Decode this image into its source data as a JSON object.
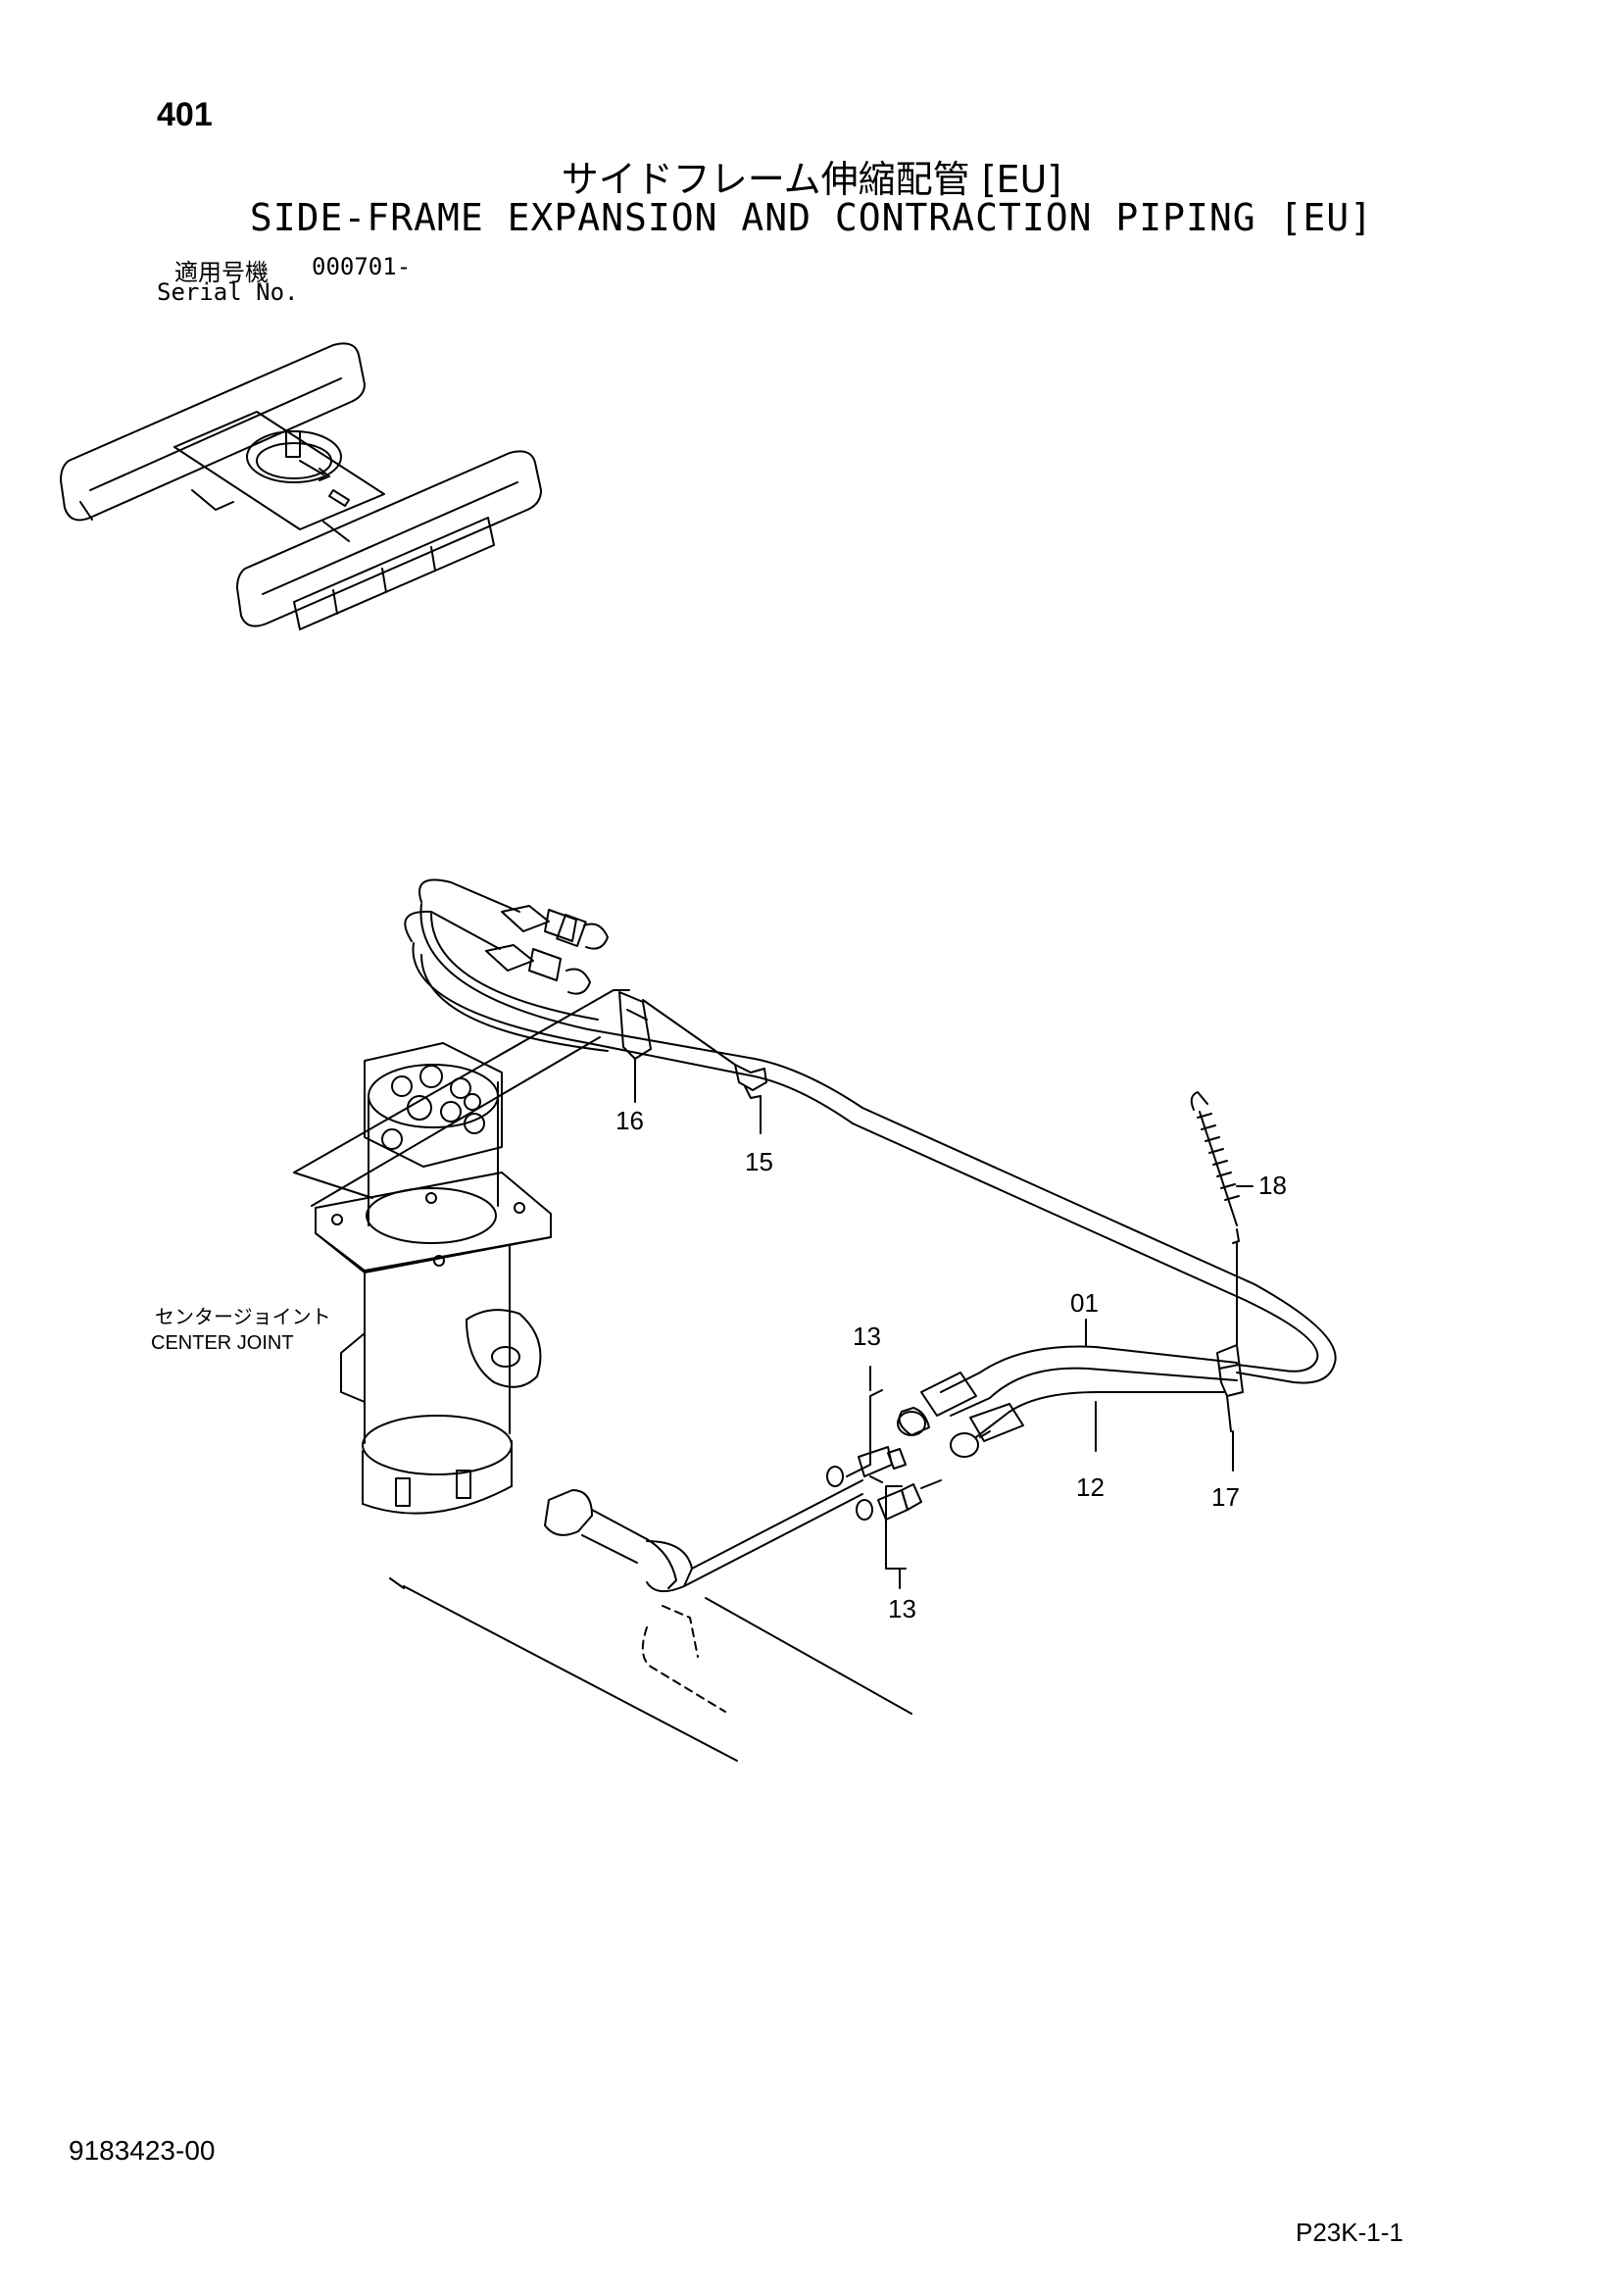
{
  "page": {
    "page_number": "401",
    "title_jp": "サイドフレーム伸縮配管 [EU]",
    "title_en": "SIDE-FRAME EXPANSION AND CONTRACTION PIPING [EU]",
    "serial_label_jp": "適用号機",
    "serial_value": "000701-",
    "serial_label_en": "Serial No.",
    "document_number": "9183423-00",
    "page_code": "P23K-1-1"
  },
  "diagram": {
    "labels": {
      "center_joint_jp": "センタージョイント",
      "center_joint_en": "CENTER JOINT"
    },
    "callouts": [
      {
        "id": "callout-16",
        "text": "16"
      },
      {
        "id": "callout-15",
        "text": "15"
      },
      {
        "id": "callout-18",
        "text": "18"
      },
      {
        "id": "callout-01",
        "text": "01"
      },
      {
        "id": "callout-13-top",
        "text": "13"
      },
      {
        "id": "callout-13-bottom",
        "text": "13"
      },
      {
        "id": "callout-12",
        "text": "12"
      },
      {
        "id": "callout-17",
        "text": "17"
      }
    ]
  }
}
